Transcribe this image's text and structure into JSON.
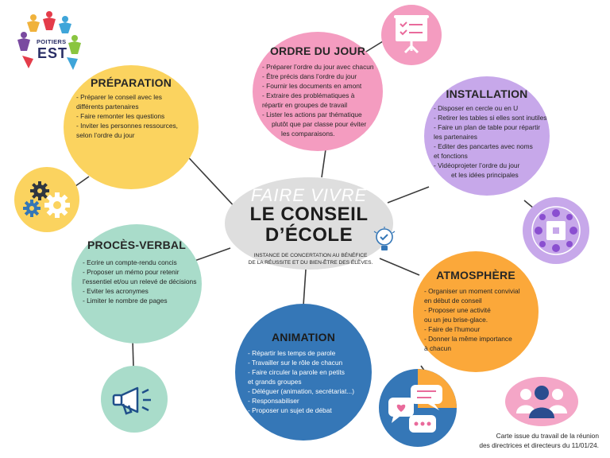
{
  "logo": {
    "line1": "POITIERS",
    "line2": "EST"
  },
  "center": {
    "line1": "FAIRE VIVRE",
    "line2": "LE CONSEIL",
    "line3": "D’ÉCOLE",
    "subtitle1": "INSTANCE DE CONCERTATION AU BÉNÉFICE",
    "subtitle2": "DE LA RÉUSSITE ET DU BIEN-ÊTRE DES ÉLÈVES."
  },
  "nodes": {
    "preparation": {
      "title": "PRÉPARATION",
      "items": [
        "- Préparer le conseil avec les",
        "différents partenaires",
        "- Faire remonter les questions",
        "- Inviter les personnes ressources,",
        "selon l’ordre du jour"
      ]
    },
    "ordre": {
      "title": "ORDRE DU JOUR",
      "items": [
        "- Préparer l’ordre du jour avec chacun",
        "- Être précis dans l’ordre du jour",
        "- Fournir les documents en amont",
        "- Extraire des problématiques à",
        "répartir en groupes de travail",
        "- Lister les actions par thématique",
        "plutôt que par classe pour éviter",
        "les comparaisons."
      ]
    },
    "installation": {
      "title": "INSTALLATION",
      "items": [
        "- Disposer en cercle ou en U",
        "- Retirer les tables si elles sont inutiles",
        "- Faire un plan de table pour répartir",
        "les partenaires",
        "- Editer des pancartes avec noms",
        "et fonctions",
        "- Vidéoprojeter l’ordre du jour",
        "et les idées principales"
      ]
    },
    "proces": {
      "title": "PROCÈS-VERBAL",
      "items": [
        "- Ecrire un compte-rendu concis",
        "- Proposer un mémo pour retenir",
        "l’essentiel et/ou un relevé de décisions",
        "- Eviter les acronymes",
        "- Limiter le nombre de pages"
      ]
    },
    "atmosphere": {
      "title": "ATMOSPHÈRE",
      "items": [
        "- Organiser un moment convivial",
        "en début de conseil",
        "- Proposer une activité",
        "ou un jeu brise-glace.",
        "- Faire de l’humour",
        "- Donner la même importance",
        "à chacun"
      ]
    },
    "animation": {
      "title": "ANIMATION",
      "items": [
        "- Répartir les temps de parole",
        "- Travailler sur le rôle de chacun",
        "- Faire circuler la parole en petits",
        "et grands groupes",
        "- Déléguer (animation, secrétariat...)",
        "- Responsabiliser",
        "- Proposer un sujet de débat"
      ]
    }
  },
  "footer": {
    "line1": "Carte issue du travail de la réunion",
    "line2": "des directrices et directeurs du 11/01/24."
  },
  "colors": {
    "yellow": "#fbd35f",
    "pink": "#f49cc0",
    "purple": "#c7a8ea",
    "mint": "#a9dcca",
    "orange": "#fba83a",
    "blue": "#3577b7",
    "gray": "#dedede",
    "line": "#3a3a3a"
  }
}
